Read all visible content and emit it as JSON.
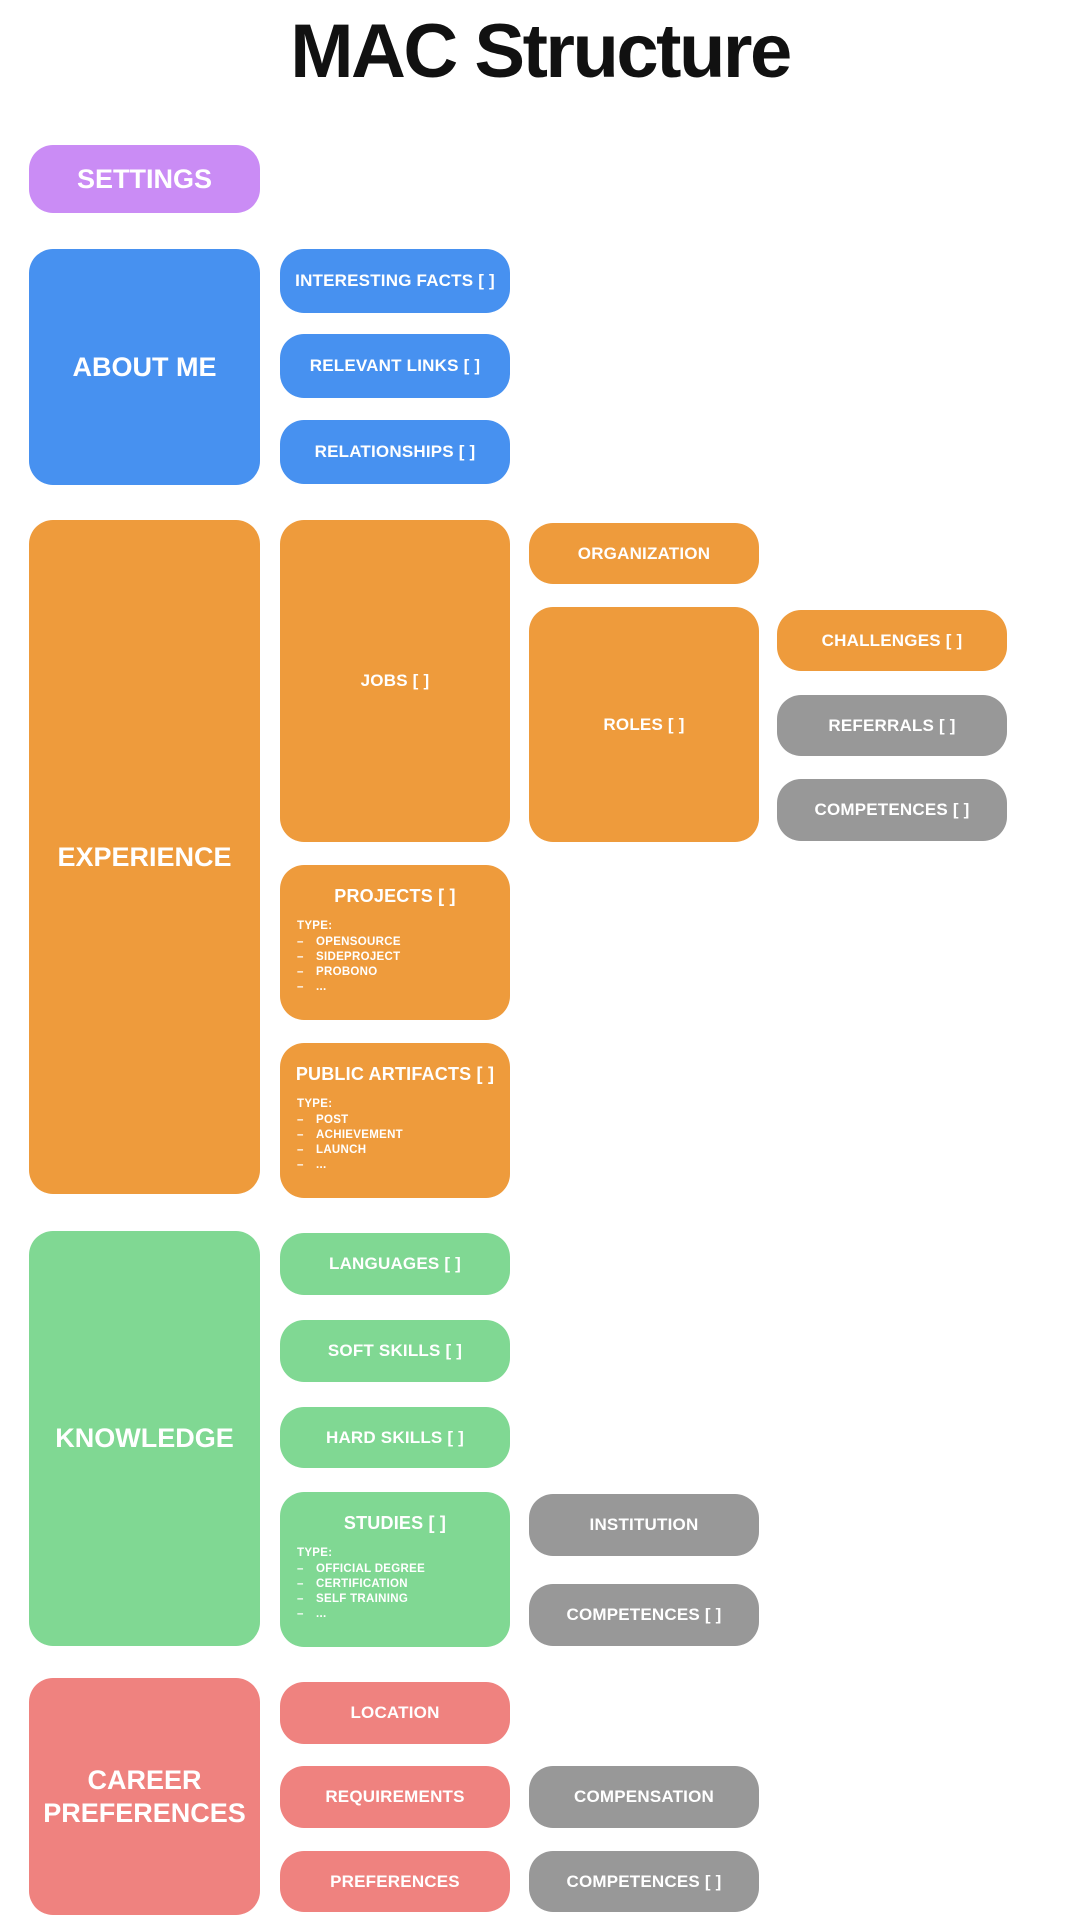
{
  "title": "MAC Structure",
  "colors": {
    "settings_purple": "#ca8cf5",
    "about_me_blue": "#4791f0",
    "experience_orange": "#ee9b3c",
    "knowledge_green": "#80d893",
    "career_red": "#ef827f",
    "shared_gray": "#989898",
    "box_text": "#ffffff",
    "title_text": "#111111",
    "background": "#ffffff"
  },
  "sections": {
    "settings": {
      "label": "SETTINGS"
    },
    "about_me": {
      "label": "ABOUT ME",
      "children": {
        "interesting_facts": {
          "label": "INTERESTING FACTS [ ]"
        },
        "relevant_links": {
          "label": "RELEVANT LINKS [ ]"
        },
        "relationships": {
          "label": "RELATIONSHIPS [ ]"
        }
      }
    },
    "experience": {
      "label": "EXPERIENCE",
      "children": {
        "jobs": {
          "label": "JOBS [ ]",
          "children": {
            "organization": {
              "label": "ORGANIZATION"
            },
            "roles": {
              "label": "ROLES [ ]",
              "children": {
                "challenges": {
                  "label": "CHALLENGES [ ]"
                },
                "referrals": {
                  "label": "REFERRALS [ ]"
                },
                "competences": {
                  "label": "COMPETENCES [ ]"
                }
              }
            }
          }
        },
        "projects": {
          "label": "PROJECTS [ ]",
          "list_title": "TYPE:",
          "types": [
            "OPENSOURCE",
            "SIDEPROJECT",
            "PROBONO",
            "..."
          ]
        },
        "public_artifacts": {
          "label": "PUBLIC ARTIFACTS [ ]",
          "list_title": "TYPE:",
          "types": [
            "POST",
            "ACHIEVEMENT",
            "LAUNCH",
            "..."
          ]
        }
      }
    },
    "knowledge": {
      "label": "KNOWLEDGE",
      "children": {
        "languages": {
          "label": "LANGUAGES [ ]"
        },
        "soft_skills": {
          "label": "SOFT SKILLS [ ]"
        },
        "hard_skills": {
          "label": "HARD SKILLS [ ]"
        },
        "studies": {
          "label": "STUDIES [ ]",
          "list_title": "TYPE:",
          "types": [
            "OFFICIAL DEGREE",
            "CERTIFICATION",
            "SELF TRAINING",
            "..."
          ],
          "children": {
            "institution": {
              "label": "INSTITUTION"
            },
            "competences": {
              "label": "COMPETENCES [ ]"
            }
          }
        }
      }
    },
    "career_preferences": {
      "label": "CAREER PREFERENCES",
      "children": {
        "location": {
          "label": "LOCATION"
        },
        "requirements": {
          "label": "REQUIREMENTS",
          "children": {
            "compensation": {
              "label": "COMPENSATION"
            }
          }
        },
        "preferences": {
          "label": "PREFERENCES",
          "children": {
            "competences": {
              "label": "COMPETENCES [ ]"
            }
          }
        }
      }
    }
  }
}
